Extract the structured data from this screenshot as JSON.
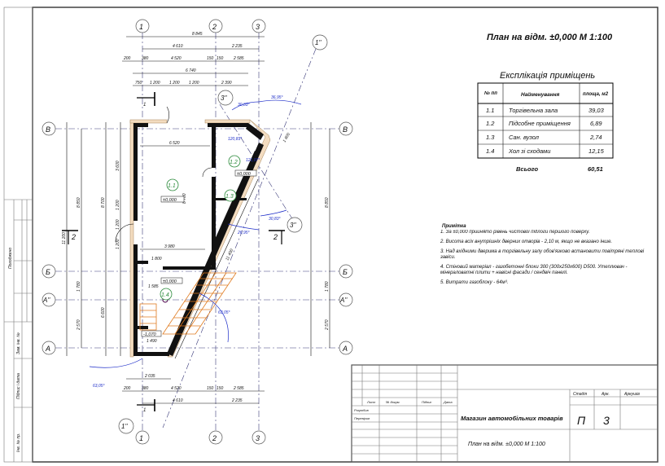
{
  "sheet_title": "План на відм. ±0,000  М 1:100",
  "explication": {
    "title": "Експлікація приміщень",
    "headers": [
      "№ пп",
      "Найменування",
      "площа, м2"
    ],
    "rows": [
      [
        "1.1",
        "Торгівельна зала",
        "39,03"
      ],
      [
        "1.2",
        "Підсобне приміщення",
        "6,89"
      ],
      [
        "1.3",
        "Сан. вузол",
        "2,74"
      ],
      [
        "1.4",
        "Хол зі сходами",
        "12,15"
      ]
    ],
    "total_label": "Всього",
    "total_value": "60,51"
  },
  "notes": {
    "title": "Примітка",
    "items": [
      "1. За ±0,000 прийнято рівень чистової підлоги першого поверху.",
      "2. Висота всіх внутрішніх дверних отворів - 2,10 м, якщо не вказано інше.",
      "3. Над вхідними дверима в торгівельну залу обов'язково встановити повітряні теплові завіси.",
      "4. Стіновий матеріал - газобетонні блоки 300 (300х250х600) D500. Утеплювач - мінераловатні плити + навісні фасади / сендвіч панелі.",
      "5. Витрати газоблоку - 64м³."
    ]
  },
  "title_block": {
    "col_labels": [
      "Лист",
      "№ докум.",
      "Підпис",
      "Дата"
    ],
    "roles": [
      "Розробив",
      "Перевірив"
    ],
    "project": "Магазин автомобільних товарів",
    "drawing": "План на відм. ±0,000    М 1:100",
    "stage_label": "Стадія",
    "stage_value": "П",
    "sheet_label": "Арк.",
    "sheet_value": "3",
    "sheets_label": "Аркушів"
  },
  "side_stamp": [
    "Погоджено",
    "Зам. інв. №",
    "Підпис і дата",
    "Інв. № пр."
  ],
  "axes": {
    "columns": [
      "1",
      "2",
      "3"
    ],
    "rows": [
      "В",
      "Б",
      "А''",
      "А"
    ],
    "skew": [
      "1''",
      "3''"
    ]
  },
  "sections": [
    "1",
    "2"
  ],
  "rooms": [
    "1.1",
    "1.2",
    "1.3",
    "1.4"
  ],
  "levels": [
    "±0,000",
    "±0,000",
    "±0,000",
    "-1,070"
  ],
  "angles": [
    "36,95°",
    "30,83°",
    "120,83°",
    "121,07°",
    "30,83°",
    "26,95°",
    "63,05°",
    "63,05°"
  ],
  "dims": {
    "top": [
      "8 845",
      "4 610",
      "2 235",
      "200",
      "380",
      "4 520",
      "150",
      "150",
      "2 585",
      "6 740",
      "750",
      "1 200",
      "1 200",
      "1 200",
      "2 390"
    ],
    "bottom": [
      "2 035",
      "200",
      "380",
      "4 520",
      "150",
      "150",
      "2 585",
      "4 610",
      "2 235"
    ],
    "left": [
      "11 200",
      "8 850",
      "1 780",
      "2 570",
      "8 700",
      "6 600",
      "3 600",
      "1 200",
      "1 200",
      "1 200"
    ],
    "right": [
      "8 850",
      "1 780",
      "2 570"
    ],
    "inner": [
      "6 520",
      "3 980",
      "1 800",
      "1 585",
      "1 490",
      "11 400",
      "8 700",
      "1 600"
    ]
  }
}
